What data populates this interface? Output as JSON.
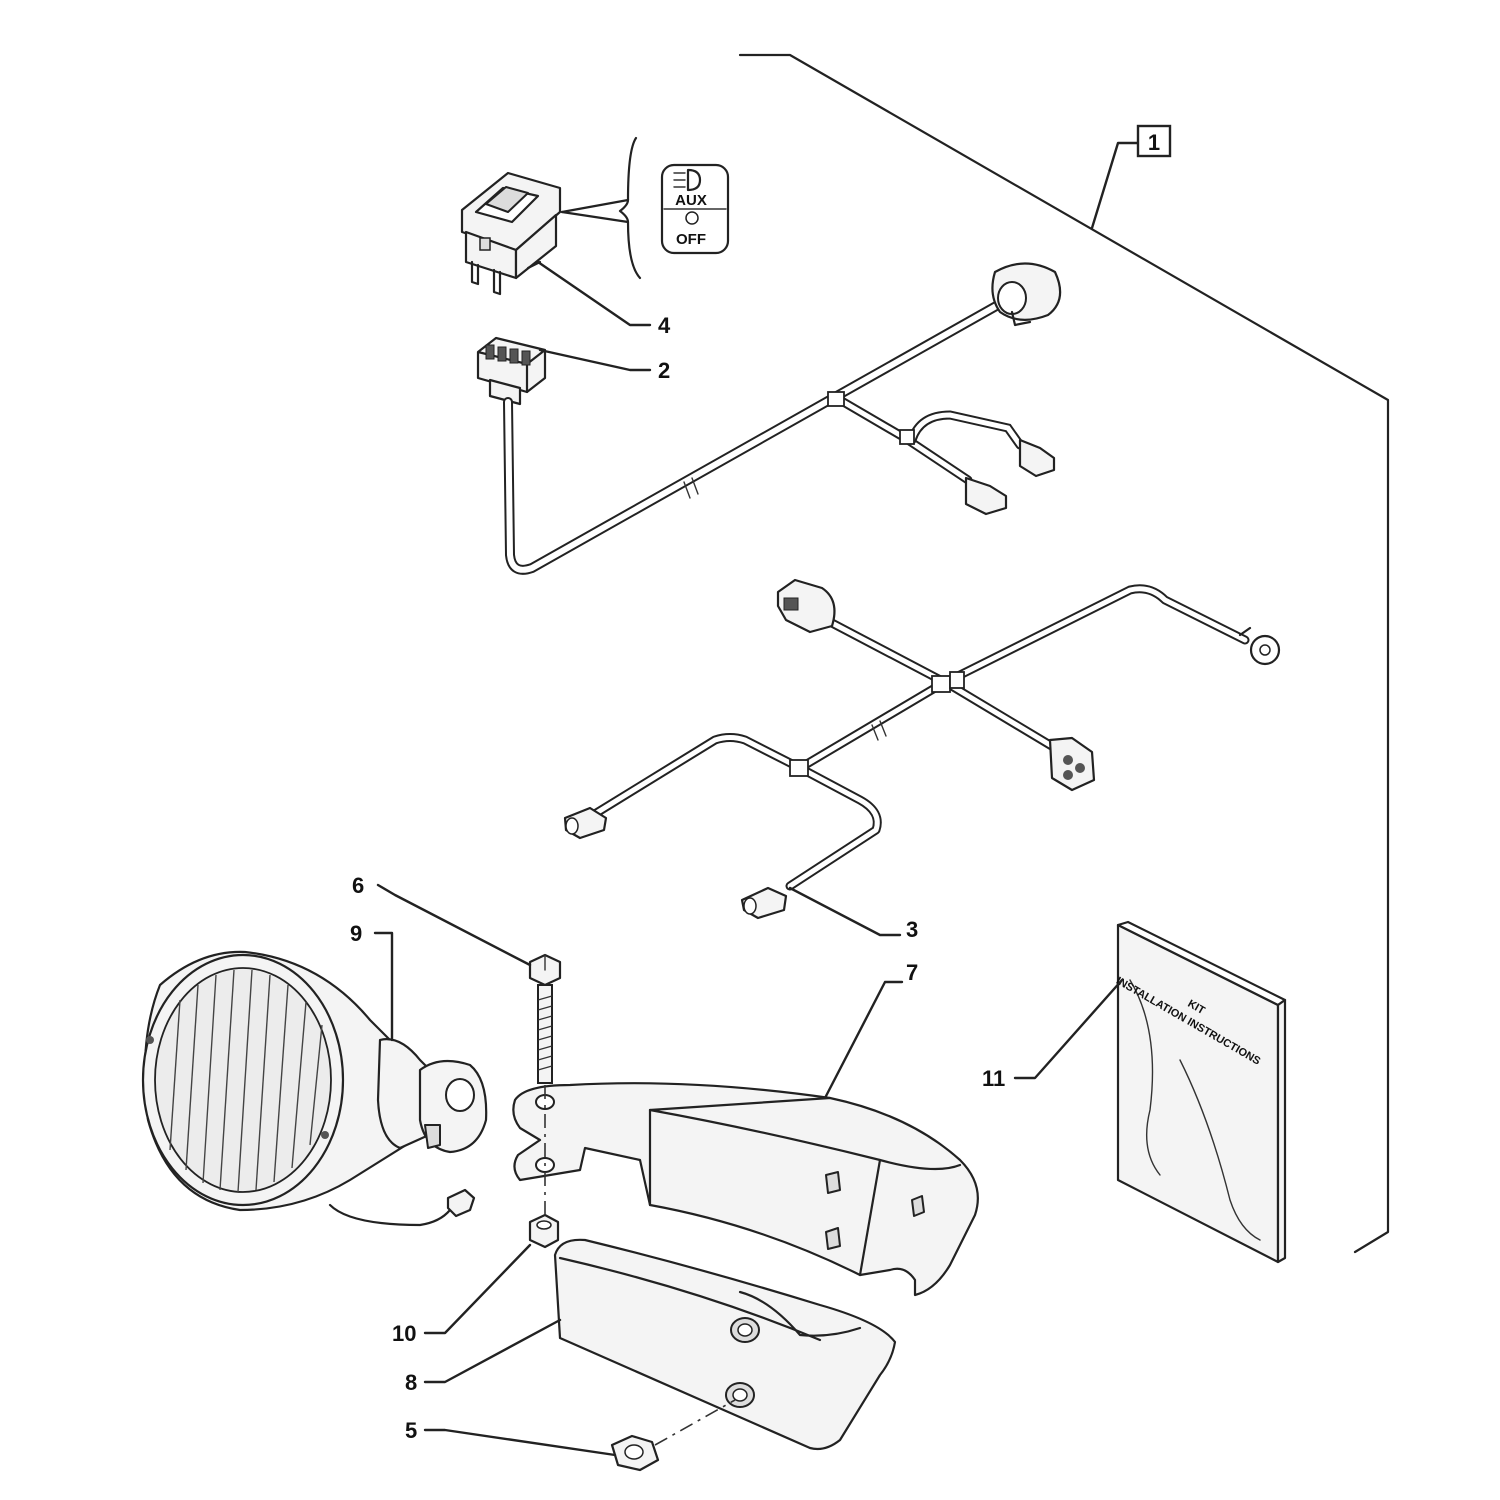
{
  "diagram": {
    "kit_label": "1",
    "callouts": {
      "c2": "2",
      "c3": "3",
      "c4": "4",
      "c5": "5",
      "c6": "6",
      "c7": "7",
      "c8": "8",
      "c9": "9",
      "c10": "10",
      "c11": "11"
    },
    "switch_icon": {
      "aux_label": "AUX",
      "off_label": "OFF",
      "icon": "headlamp-icon"
    },
    "manual": {
      "title": "KIT",
      "subtitle": "INSTALLATION INSTRUCTIONS"
    }
  }
}
